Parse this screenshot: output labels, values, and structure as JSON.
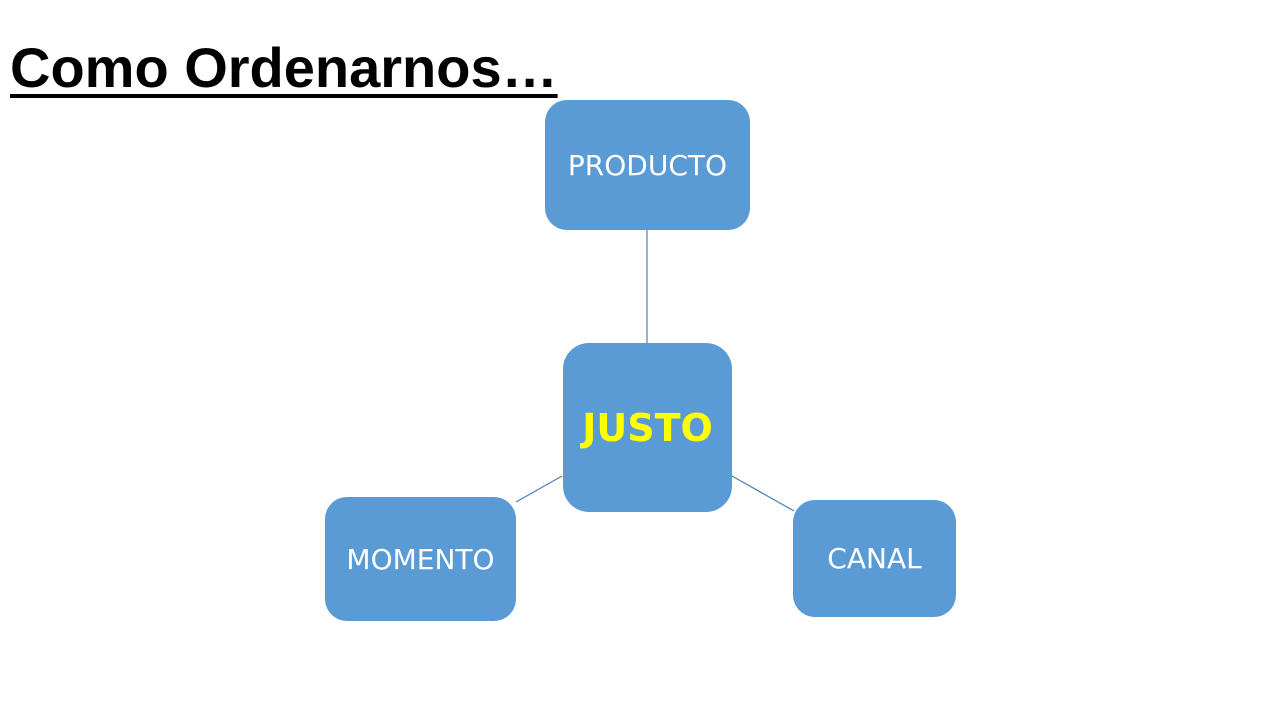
{
  "slide": {
    "title": "Como Ordenarnos…"
  },
  "diagram": {
    "center": {
      "label": "JUSTO",
      "color": "#ffff00"
    },
    "nodes": {
      "top": {
        "label": "PRODUCTO"
      },
      "left": {
        "label": "MOMENTO"
      },
      "right": {
        "label": "CANAL"
      }
    },
    "fill_color": "#5b9bd5",
    "connector_color": "#4a7ebb"
  }
}
